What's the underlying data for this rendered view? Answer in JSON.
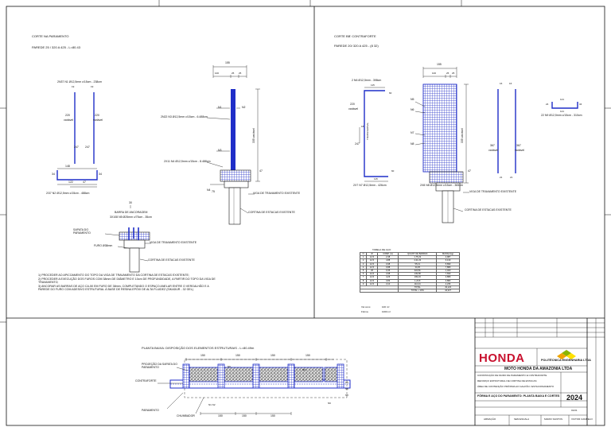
{
  "left_panel": {
    "heading": "CORTE NA PARAMENTO",
    "subheading": "PAREDE 25 / 320 A 425 - L=80.43",
    "bar_top_label": "2N37 N1 Ø12,5mm c/15cm - 238cm",
    "bar_top_dims": [
      "19",
      "19"
    ],
    "bar_side_left": [
      "220",
      "variável"
    ],
    "bar_side_right": [
      "220",
      "variável"
    ],
    "bar_lower_left": "247",
    "bar_lower_right": "247",
    "bar_bottom_width": "148",
    "bar_bottom_left": "34",
    "bar_bottom_right": "34",
    "bar_bottom_inner": "47",
    "bar_bottom_base": "122",
    "bar_bottom_label": "2/37 N2 Ø12,5mm c/15cm - 488cm",
    "section_width_total": "155",
    "section_dims": [
      "100",
      "25",
      "25"
    ],
    "section_n1": "N1",
    "section_n2": "N2",
    "section_n3": "N3",
    "section_n4": "N4",
    "section_height": "335 variável",
    "section_label_1": "2N22 N3 Ø12,5mm c/15cm - 6.488cm",
    "section_label_2": "2X11 N4 Ø12,5mm c/15cm - 8.488cm",
    "section_base_dim": "75",
    "section_side_dim": "47",
    "viga_label": "VIGA DE TRAVAMENTO EXISTENTE",
    "cortina_label": "CORTINA DE ESTACAS EXISTENTE",
    "detail_dim": "30",
    "anchor_title": "BARRA DE ANCORAGEM",
    "anchor_sub": "3X108 N5 Ø25mm c/75cm - 35cm",
    "detail_sapata": "SAPATA DO PARAMENTO",
    "detail_viga": "VIGA DE TRAVAMENTO EXISTENTE",
    "detail_furo": "FURO Ø38mm",
    "detail_cortina": "CORTINA DE ESTACAS EXISTENTE",
    "notes": [
      "1) PROCEDER AO APICOAMENTO DO TOPO DA VIGA DE TRAVAMENTO DA CORTINA DE ESTACAS EXISTENTE;",
      "2) PROCEDER A EXECUÇÃO DOS FUROS COM 38mm DE DIÂMETRO E 10cm DE PROFUNDIDADE, A PARTIR DO TOPO DA VIGA DE TRAVAMENTO;",
      "3) ANCORAR AS BARRAS DE AÇO CA-50 EM FURO DE 38mm, COMPLETANDO O ESPAÇO ANELAR ENTRE O VERGALHÃO E A PAREDE DO FURO COM ADESIVO ESTRUTURAL À BASE DE RESINA EPÓXI DE ALTA FLUIDEZ (SIKADUR - 32 GEL)"
    ]
  },
  "right_panel": {
    "heading": "CORTE BB' CONTRAFORTE",
    "subheading": "PAREDE 20/ 320 A 425 - (8 32)",
    "stirrup_label": "2 N6 Ø12,5mm - 398cm",
    "stirrup_top": "115",
    "stirrup_right": "60",
    "stirrup_side": [
      "220",
      "variável"
    ],
    "stirrup_mid": "18",
    "stirrup_inner": "TRANSVERSAL",
    "stirrup_lower": "247",
    "stirrup_bottom_right": "60",
    "stirrup_bottom": "115",
    "stirrup_bottom_label": "2X7 N7 Ø12,5mm - 426cm",
    "section_total": "155",
    "section_dims": [
      "100",
      "25",
      "25"
    ],
    "section_n5": "N5",
    "section_n6": "N6",
    "section_n7": "N7",
    "section_n8": "N8",
    "section_height": "335 variável",
    "section_side_dim": "47",
    "section_base_label": "2X8 N8 Ø12,5mm c/15cm - 383cm",
    "viga_label": "VIGA DE TRAVAMENTO EXISTENTE",
    "cortina_label": "CORTINA DE ESTACAS EXISTENTE",
    "bar_dims": [
      "16",
      "16"
    ],
    "bar_left": [
      "367",
      "variável"
    ],
    "bar_right": [
      "367",
      "variável"
    ],
    "bar_bottom": [
      "21",
      "21"
    ],
    "hook_dims": [
      "121",
      "24",
      "34"
    ],
    "hook_label": "22 N9 Ø12,5mm c/15cm - 310cm",
    "hook_total": "121"
  },
  "rebar_table": {
    "title": "TABELA DE AÇO",
    "headers": [
      "N",
      "Ø",
      "COMP. (m)",
      "QUANT. DE BARRAS",
      "COMP. TOTAL (m)",
      "MASSA (kg)"
    ],
    "rows": [
      [
        "1",
        "12,5",
        "2,38",
        "1,75,23",
        "2,987"
      ],
      [
        "2",
        "12,5",
        "4,88",
        "4,21,23",
        "6,130"
      ],
      [
        "3",
        "12,5",
        "0,98",
        "55,13",
        "5,899"
      ],
      [
        "4",
        "12,5",
        "0,88",
        "33,25",
        "7,889"
      ],
      [
        "5",
        "25",
        "0,35",
        "324,81",
        "1,400"
      ],
      [
        "6",
        "12,5",
        "3,98",
        "139,68",
        "7,690"
      ],
      [
        "7",
        "12,5",
        "4,26",
        "199,23",
        "4,889"
      ],
      [
        "8",
        "12,5",
        "3,83",
        "1,23,8",
        "3,883"
      ],
      [
        "9",
        "12,5",
        "3,10",
        "110,44",
        "2,236"
      ]
    ],
    "total_label": "TOTAL",
    "total_value": "43,123",
    "total_10_label": "TOTAL + 10%",
    "total_10_value": "44,327",
    "volume_label": "Vol conc.",
    "volume_value": "100 m³",
    "forma_label": "Fôrma",
    "forma_value": "1000 m²"
  },
  "plan": {
    "title": "PLANTA BAIXA: DISPOSIÇÃO DOS ELEMENTOS ESTRUTURAIS - L=80.49m",
    "dims_top": [
      "150",
      "150",
      "150",
      "150"
    ],
    "dims_bottom": [
      "150",
      "150",
      "150"
    ],
    "label_projecao": "PROJEÇÃO DA SAPATA DO PARAMENTO",
    "label_contraforte": "CONTRAFORTE",
    "label_paramento": "PARAMENTO",
    "label_chumbador": "CHUMBADOR",
    "tags": [
      "N1 N2",
      "N9",
      "N9",
      "N5",
      "N6",
      "N8",
      "N9"
    ]
  },
  "title_block": {
    "client": "HONDA",
    "company": "POLITÉCNICA ENGENHARIA LTDA",
    "project": "MOTO HONDA DA AMAZONIA LTDA",
    "lines": [
      "CONSTRUÇÃO DE MURO DE PARAMENTO E CONTRAFORTE",
      "REFORÇO ESTRUTURAL DE CORTINA DE ESTACAS",
      "ÁREA DE CONTENÇÃO PRÓXIMA AO GALPÃO / ESTACIONAMENTO"
    ],
    "drawing_title": "FÔRMA E AÇO DO PARAMENTO: PLANTA BAIXA E CORTES",
    "year": "2024",
    "sheet": "01/01",
    "footer": [
      "ARMAÇÃO",
      "SEM ESCALA",
      "MARIO SANTOS",
      "VICTOR CAMPELO"
    ]
  },
  "colors": {
    "rebar": "#1f2ec8",
    "hatch": "#2b37c9",
    "line": "#111111"
  }
}
